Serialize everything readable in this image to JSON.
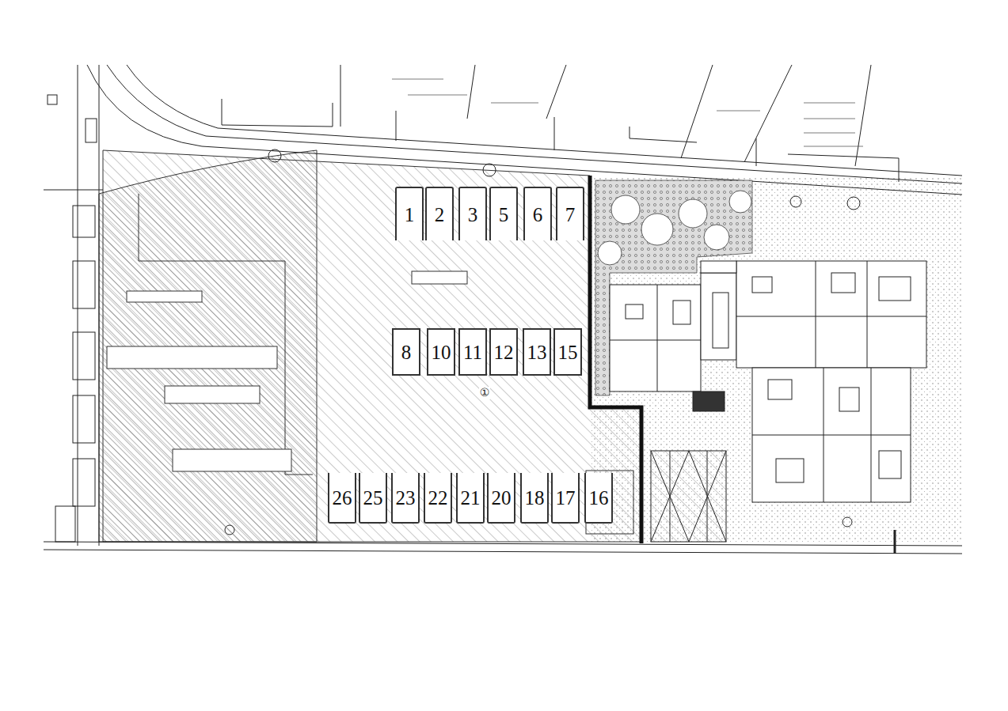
{
  "diagram": {
    "nodes": [
      {
        "text": [
          "1"
        ]
      },
      {
        "text": [
          "2"
        ]
      },
      {
        "text": [
          "3"
        ]
      },
      {
        "text": [
          "5"
        ]
      },
      {
        "text": [
          "6"
        ]
      },
      {
        "text": [
          "7"
        ]
      },
      {
        "text": [
          "8"
        ]
      },
      {
        "text": [
          "10"
        ]
      },
      {
        "text": [
          "11"
        ]
      },
      {
        "text": [
          "12"
        ]
      },
      {
        "text": [
          "13"
        ]
      },
      {
        "text": [
          "15"
        ]
      },
      {
        "text": [
          "26"
        ]
      },
      {
        "text": [
          "25"
        ]
      },
      {
        "text": [
          "23"
        ]
      },
      {
        "text": [
          "22"
        ]
      },
      {
        "text": [
          "21"
        ]
      },
      {
        "text": [
          "20"
        ]
      },
      {
        "text": [
          "18"
        ]
      },
      {
        "text": [
          "17"
        ]
      },
      {
        "text": [
          "16"
        ]
      }
    ],
    "labels": [
      "①"
    ]
  }
}
